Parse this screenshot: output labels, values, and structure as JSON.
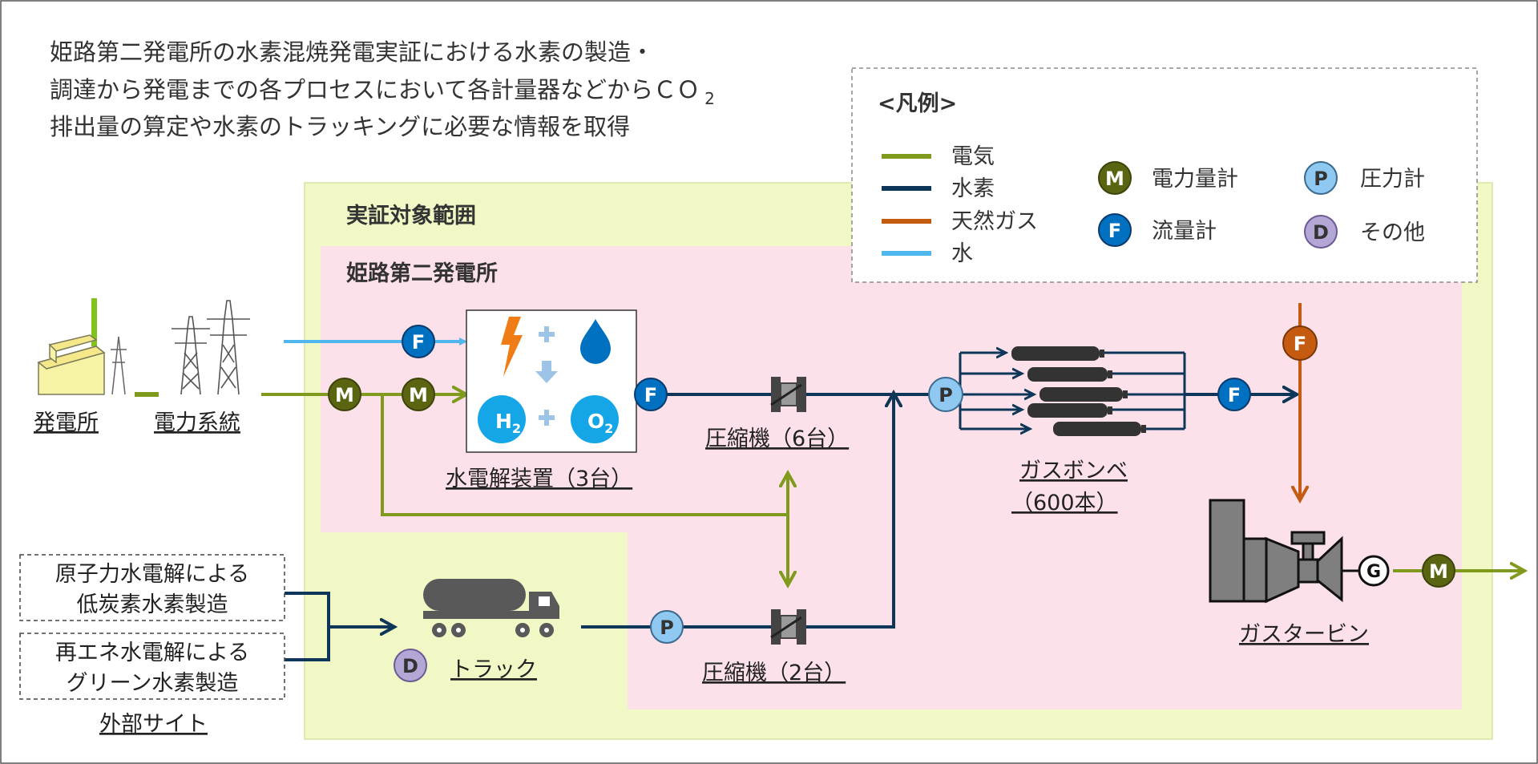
{
  "description": {
    "line1": "姫路第二発電所の水素混焼発電実証における水素の製造・",
    "line2": "調達から発電までの各プロセスにおいて各計量器などからＣＯ",
    "line2_sub": "2",
    "line3": "排出量の算定や水素のトラッキングに必要な情報を取得"
  },
  "legend": {
    "title": "<凡例>",
    "lines": [
      {
        "label": "電気",
        "color": "#7f9a1c"
      },
      {
        "label": "水素",
        "color": "#0d3658"
      },
      {
        "label": "天然ガス",
        "color": "#c55a11"
      },
      {
        "label": "水",
        "color": "#4fb7ee"
      }
    ],
    "meters": [
      {
        "letter": "M",
        "label": "電力量計",
        "color": "#5b6410"
      },
      {
        "letter": "F",
        "label": "流量計",
        "color": "#0070c0"
      },
      {
        "letter": "P",
        "label": "圧力計",
        "color": "#8fc8f0"
      },
      {
        "letter": "D",
        "label": "その他",
        "color": "#b4a7d6"
      }
    ]
  },
  "zones": {
    "scope_label": "実証対象範囲",
    "plant_label": "姫路第二発電所"
  },
  "components": {
    "power_plant": "発電所",
    "power_grid": "電力系統",
    "electrolyzer": "水電解装置（3台）",
    "compressor_6": "圧縮機（6台）",
    "compressor_2": "圧縮機（2台）",
    "gas_cylinder_1": "ガスボンベ",
    "gas_cylinder_2": "（600本）",
    "gas_turbine": "ガスタービン",
    "truck": "トラック",
    "external_site": "外部サイト",
    "external_1_l1": "原子力水電解による",
    "external_1_l2": "低炭素水素製造",
    "external_2_l1": "再エネ水電解による",
    "external_2_l2": "グリーン水素製造",
    "generator": "G",
    "h2": "H",
    "o2": "O",
    "sub2": "2"
  },
  "meters": {
    "m": "M",
    "f": "F",
    "p": "P",
    "d": "D"
  }
}
